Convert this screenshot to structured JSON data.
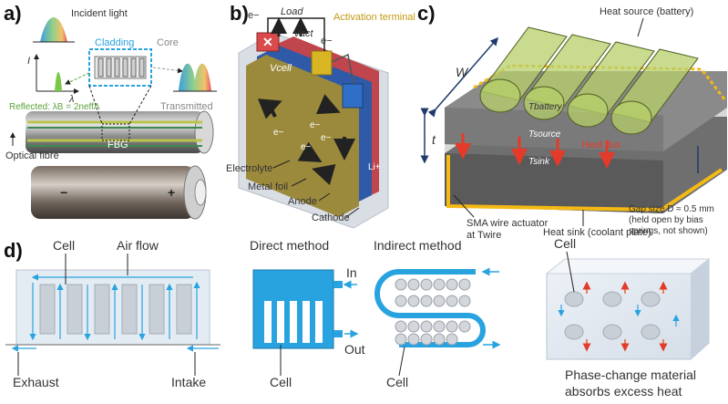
{
  "panels": {
    "a": "a)",
    "b": "b)",
    "c": "c)",
    "d": "d)"
  },
  "a": {
    "incident_light": "Incident light",
    "cladding": "Cladding",
    "core": "Core",
    "i_symbol": "I",
    "lambda_symbol": "λ",
    "reflected": "Reflected: λB = 2neffΛ",
    "transmitted": "Transmitted",
    "fbg": "FBG",
    "optical_fibre": "Optical fibre",
    "minus": "−",
    "plus": "+"
  },
  "b": {
    "e_top": "e−",
    "load": "Load",
    "v_act": "Vact",
    "e_right": "e−",
    "v_cell": "Vcell",
    "activation_terminal": "Activation terminal",
    "e_inner": [
      "e−",
      "e−",
      "e−",
      "e−"
    ],
    "li": "Li+",
    "electrolyte": "Electrolyte",
    "metal_foil": "Metal foil",
    "anode": "Anode",
    "cathode": "Cathode"
  },
  "c": {
    "heat_source": "Heat source (battery)",
    "w": "W",
    "t": "t",
    "t_battery": "Tbattery",
    "t_source": "Tsource",
    "heat_flux": "Heat flux",
    "t_sink": "Tsink",
    "sma_line1": "SMA wire actuator",
    "sma_line2": "at Twire",
    "heat_sink": "Heat sink (coolant plate)",
    "gap_line1": "Gap size D ≈ 0.5 mm",
    "gap_line2": "(held open by bias",
    "gap_line3": "springs, not shown)"
  },
  "d": {
    "cell1": "Cell",
    "air_flow": "Air flow",
    "exhaust": "Exhaust",
    "intake": "Intake",
    "direct_method": "Direct method",
    "in": "In",
    "out": "Out",
    "cell2": "Cell",
    "indirect_method": "Indirect method",
    "cell3": "Cell",
    "cell4": "Cell",
    "pcm_line1": "Phase-change material",
    "pcm_line2": "absorbs excess heat"
  },
  "colors": {
    "blue": "#29a3e0",
    "yellow": "#f5b914",
    "red_arrow": "#e43a2a",
    "green_cyl": "#b7cf6a",
    "dark_gray": "#6f6f6f",
    "light_blue_panel": "#e4ecf3"
  }
}
